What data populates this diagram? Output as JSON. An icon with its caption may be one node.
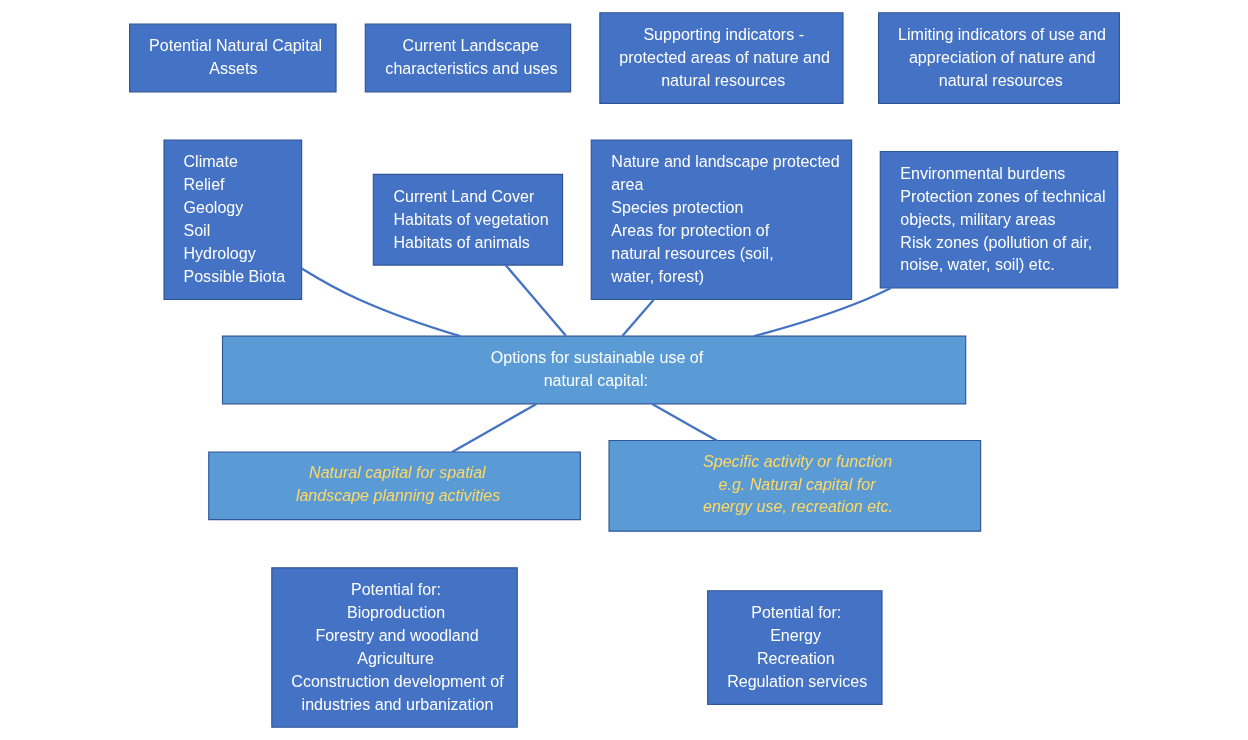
{
  "diagram": {
    "nodes": [
      {
        "text": [
          "Potential Natural Capital Assets"
        ]
      },
      {
        "text": [
          "Current Landscape characteristics and uses"
        ]
      },
      {
        "text": [
          "Supporting indicators - protected areas of nature and natural resources"
        ]
      },
      {
        "text": [
          "Limiting indicators of use and appreciation of nature and natural resources"
        ]
      },
      {
        "text": [
          "Climate",
          "Relief",
          "Geology",
          "Soil",
          "Hydrology",
          "Possible Biota"
        ]
      },
      {
        "text": [
          "Current Land Cover",
          "Habitats of vegetation",
          "Habitats of animals"
        ]
      },
      {
        "text": [
          "Nature and landscape protected area",
          "Species protection",
          "Areas for protection of natural resources (soil, water, forest)"
        ]
      },
      {
        "text": [
          "Environmental burdens",
          "Protection zones of technical objects, military areas",
          "Risk zones (pollution of air, noise, water, soil) etc."
        ]
      },
      {
        "text": [
          "Options for sustainable use of natural capital:"
        ]
      },
      {
        "text": [
          "Natural capital for spatial landscape planning activities"
        ]
      },
      {
        "text": [
          "Specific activity or function e.g. Natural capital for energy use, recreation etc."
        ]
      },
      {
        "text": [
          "Potential for:",
          "Bioproduction",
          "Forestry and woodland",
          "Agriculture",
          "Cconstruction development of industries and urbanization"
        ]
      },
      {
        "text": [
          "Potential for:",
          "Energy",
          "Recreation",
          "Regulation services"
        ]
      }
    ],
    "edges": [
      {
        "from": 4,
        "to": 8,
        "arrow": "none"
      },
      {
        "from": 5,
        "to": 8,
        "arrow": "none"
      },
      {
        "from": 6,
        "to": 8,
        "arrow": "none"
      },
      {
        "from": 7,
        "to": 8,
        "arrow": "none"
      },
      {
        "from": 8,
        "to": 9,
        "arrow": "none"
      },
      {
        "from": 8,
        "to": 10,
        "arrow": "none"
      }
    ]
  }
}
